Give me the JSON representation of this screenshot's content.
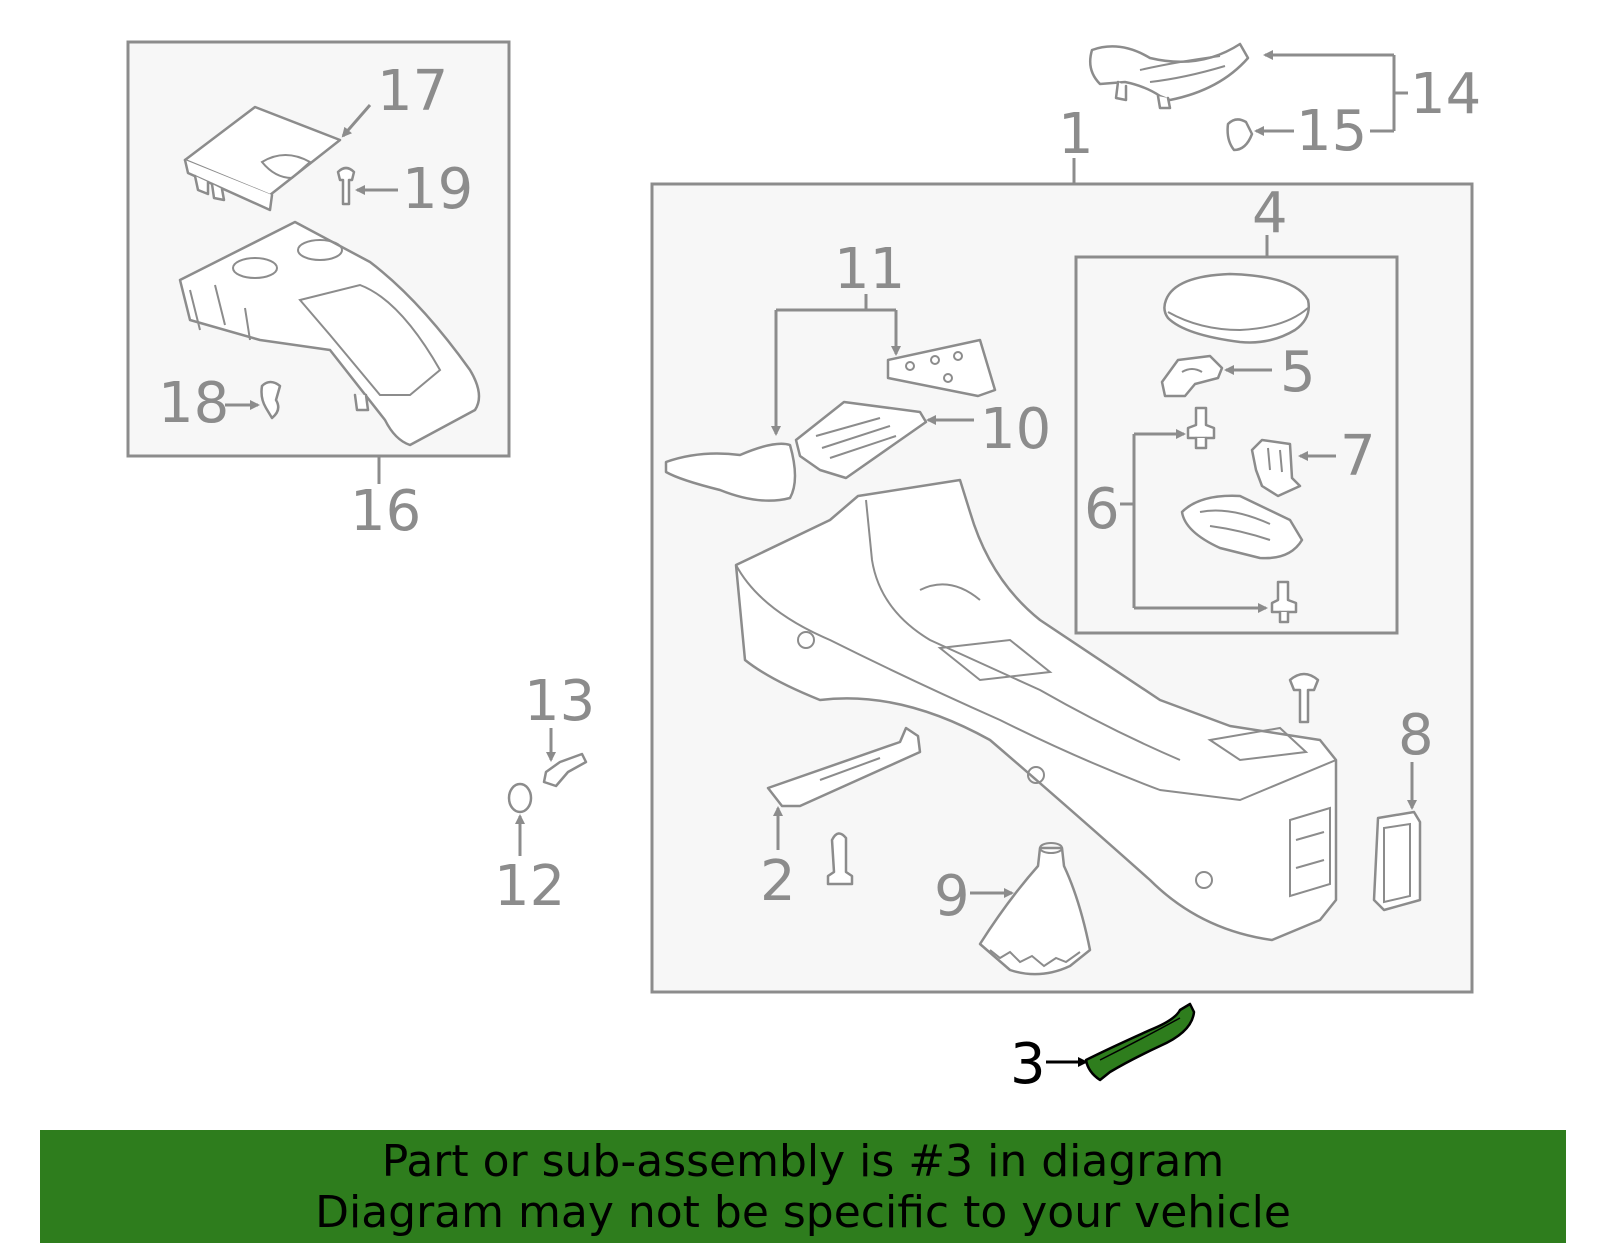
{
  "diagram": {
    "highlight_part": "3",
    "highlight_color": "#2e7d1d",
    "line_color": "#8c8c8c",
    "labels": {
      "p1": "1",
      "p2": "2",
      "p3": "3",
      "p4": "4",
      "p5": "5",
      "p6": "6",
      "p7": "7",
      "p8": "8",
      "p9": "9",
      "p10": "10",
      "p11": "11",
      "p12": "12",
      "p13": "13",
      "p14": "14",
      "p15": "15",
      "p16": "16",
      "p17": "17",
      "p18": "18",
      "p19": "19"
    }
  },
  "banner": {
    "line1": "Part or sub-assembly is #3 in diagram",
    "line2": "Diagram may not be specific to your vehicle",
    "background": "#2e7d1d"
  }
}
